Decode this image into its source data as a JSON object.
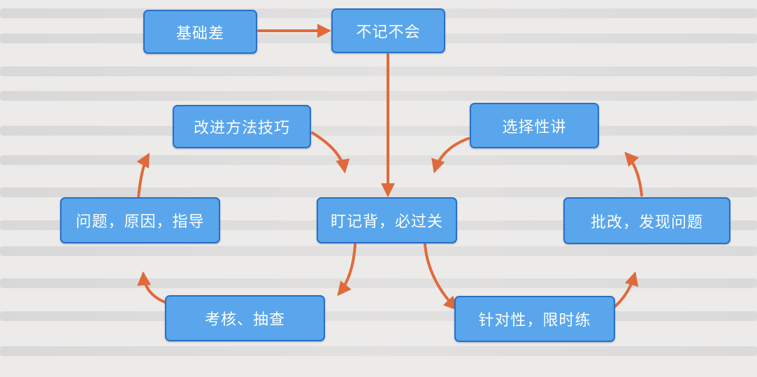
{
  "colors": {
    "node_fill": "#5aa6ec",
    "node_border": "#2a6fc4",
    "arrow": "#e06a3c"
  },
  "nodes": {
    "weak_foundation": "基础差",
    "cant_remember": "不记不会",
    "improve_methods": "改进方法技巧",
    "selective_teaching": "选择性讲",
    "problems_causes_guidance": "问题，原因，指导",
    "memorize_must_pass": "盯记背，必过关",
    "correct_find_problems": "批改，发现问题",
    "assess_spot_check": "考核、抽查",
    "targeted_timed_practice": "针对性，限时练"
  }
}
